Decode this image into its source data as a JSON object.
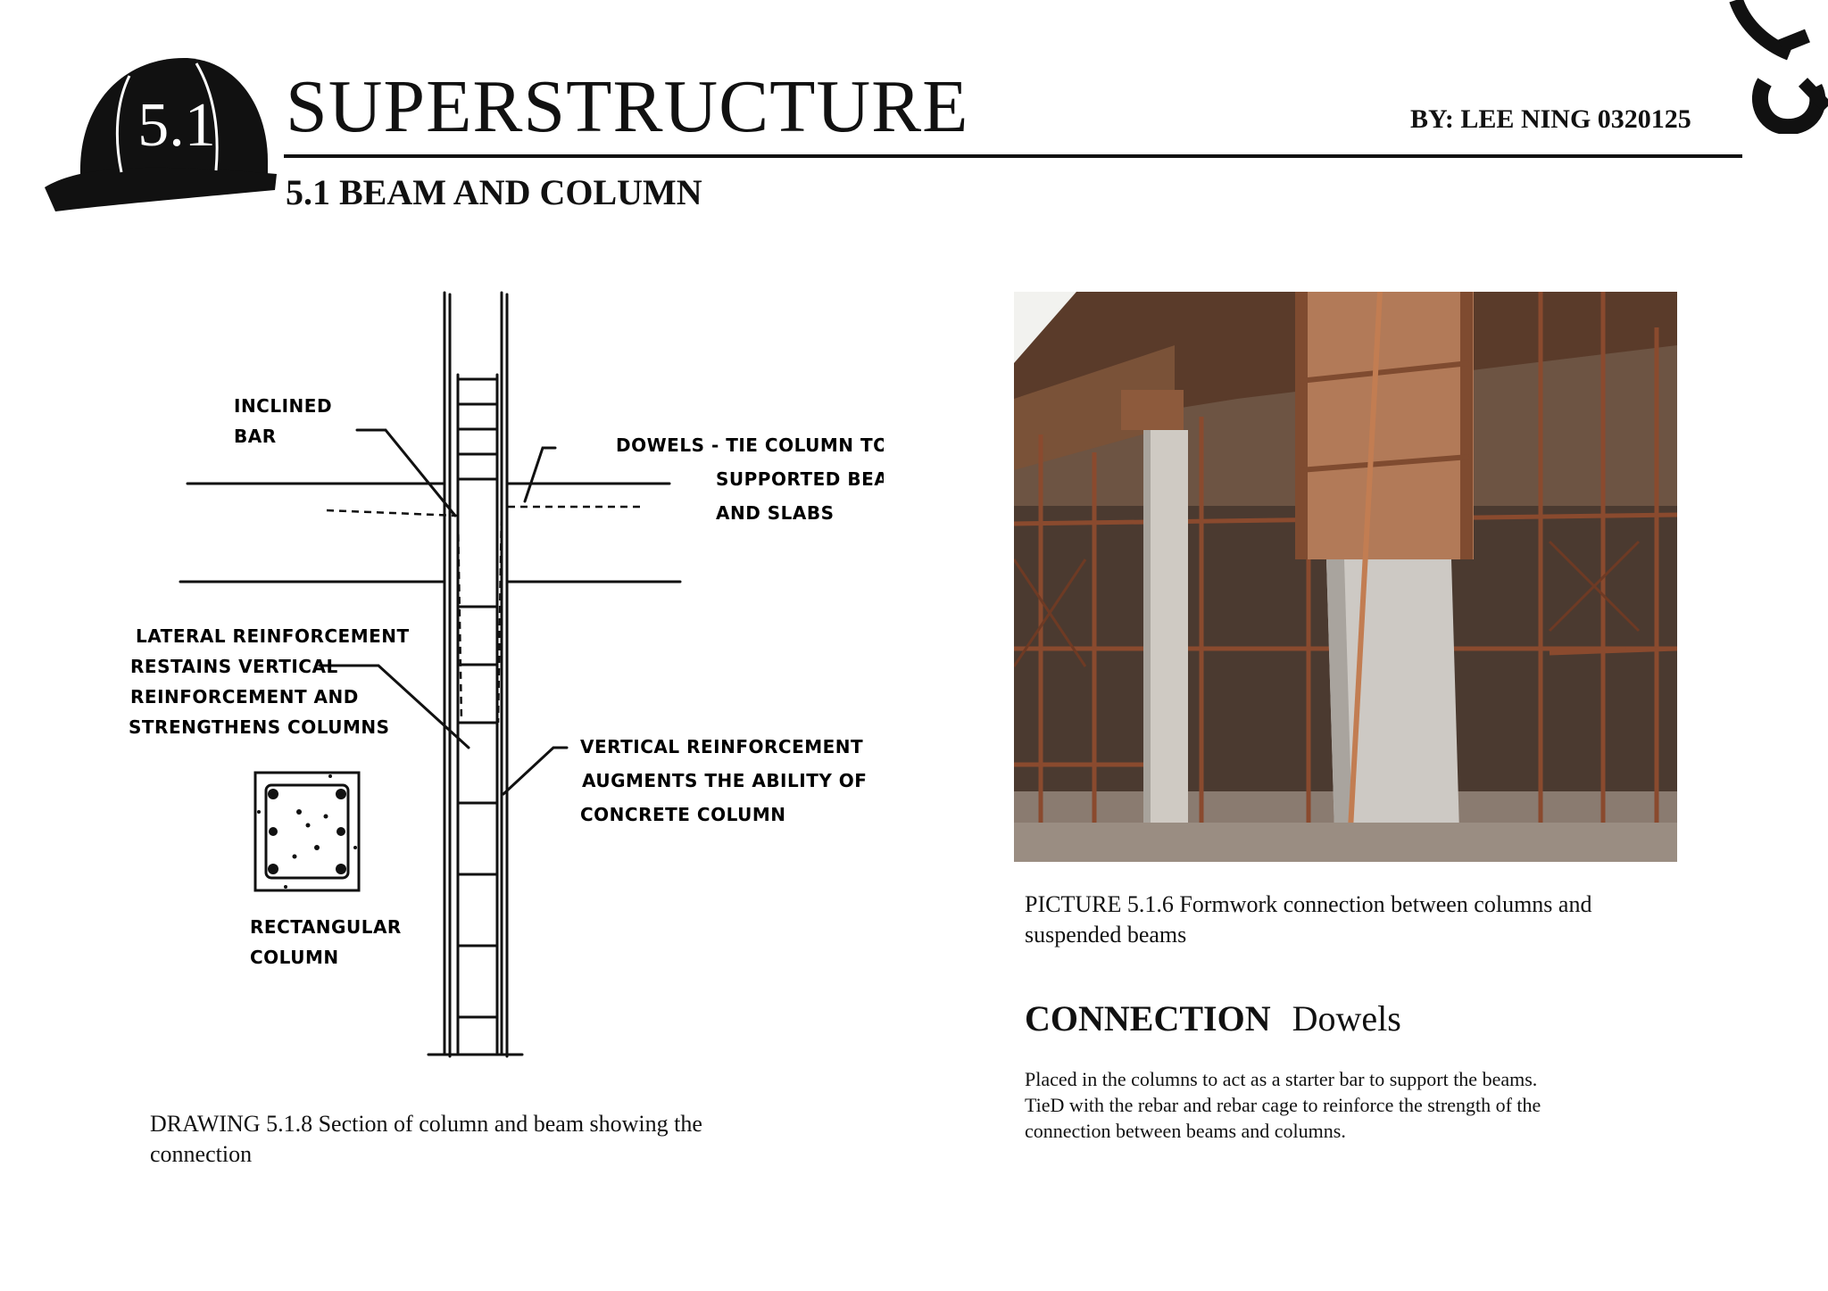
{
  "header": {
    "badge": "5.1",
    "title": "SUPERSTRUCTURE",
    "author": "BY: LEE NING 0320125",
    "subtitle": "5.1 BEAM AND COLUMN"
  },
  "drawing": {
    "labels": {
      "inclined_1": "INCLINED",
      "inclined_2": "BAR",
      "dowels_1": "DOWELS  -  TIE  COLUMN  TO",
      "dowels_2": "SUPPORTED  BEAMS",
      "dowels_3": "AND  SLABS",
      "lateral_1": "LATERAL  REINFORCEMENT",
      "lateral_2": "RESTAINS  VERTICAL",
      "lateral_3": "REINFORCEMENT  AND",
      "lateral_4": "STRENGTHENS  COLUMNS",
      "vertical_1": "VERTICAL  REINFORCEMENT",
      "vertical_2": "AUGMENTS  THE  ABILITY  OF",
      "vertical_3": "CONCRETE  COLUMN",
      "rect_1": "RECTANGULAR",
      "rect_2": "COLUMN"
    },
    "caption": "DRAWING 5.1.8 Section of column and beam showing the connection"
  },
  "photo": {
    "caption": "PICTURE 5.1.6 Formwork connection between columns and suspended beams"
  },
  "connection": {
    "heading": "CONNECTION",
    "subheading": "Dowels",
    "lines": [
      "Placed in the columns to act as a starter bar to support the beams.",
      "TieD with the rebar and rebar cage to reinforce the strength of the",
      "connection between beams and columns."
    ]
  },
  "colors": {
    "ink": "#111111",
    "background": "#ffffff"
  }
}
